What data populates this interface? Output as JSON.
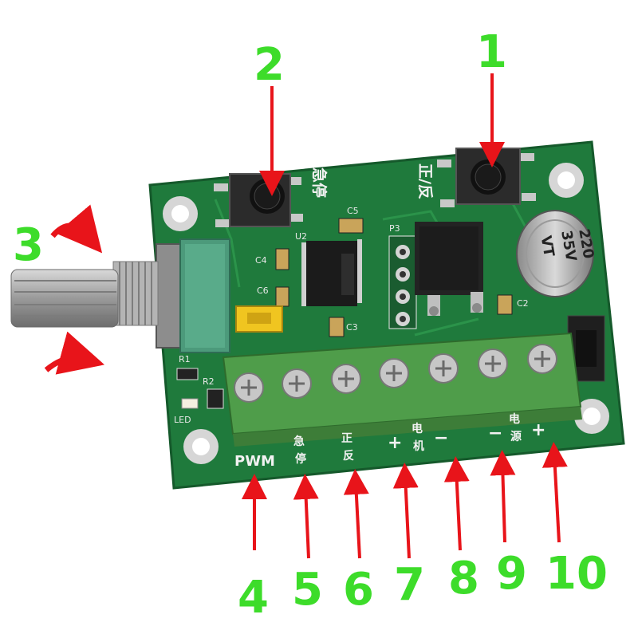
{
  "callouts": {
    "c1": "1",
    "c2": "2",
    "c3": "3",
    "c4": "4",
    "c5": "5",
    "c6": "6",
    "c7": "7",
    "c8": "8",
    "c9": "9",
    "c10": "10"
  },
  "board": {
    "label_stop": "急停",
    "label_fwd_rev": "正/反",
    "label_u2": "U2",
    "label_p3": "P3",
    "label_c2": "C2",
    "label_c3": "C3",
    "label_c4": "C4",
    "label_c5": "C5",
    "label_c6": "C6",
    "label_r1": "R1",
    "label_r2": "R2",
    "label_led": "LED",
    "capacitor_line1": "220",
    "capacitor_line2": "35V",
    "capacitor_line3": "VT"
  },
  "terminals": {
    "pwm": "PWM",
    "stop_1": "急",
    "stop_2": "停",
    "fwd_1": "正",
    "fwd_2": "反",
    "motor_plus": "+",
    "motor_1": "电",
    "motor_2": "机",
    "motor_minus": "−",
    "power_minus": "−",
    "power_1": "电",
    "power_2": "源",
    "power_plus": "+"
  },
  "colors": {
    "pcb": "#1f7a3c",
    "terminal_block": "#4f9d4a",
    "callout_number": "#3ddc2a",
    "arrow": "#e8141a"
  }
}
